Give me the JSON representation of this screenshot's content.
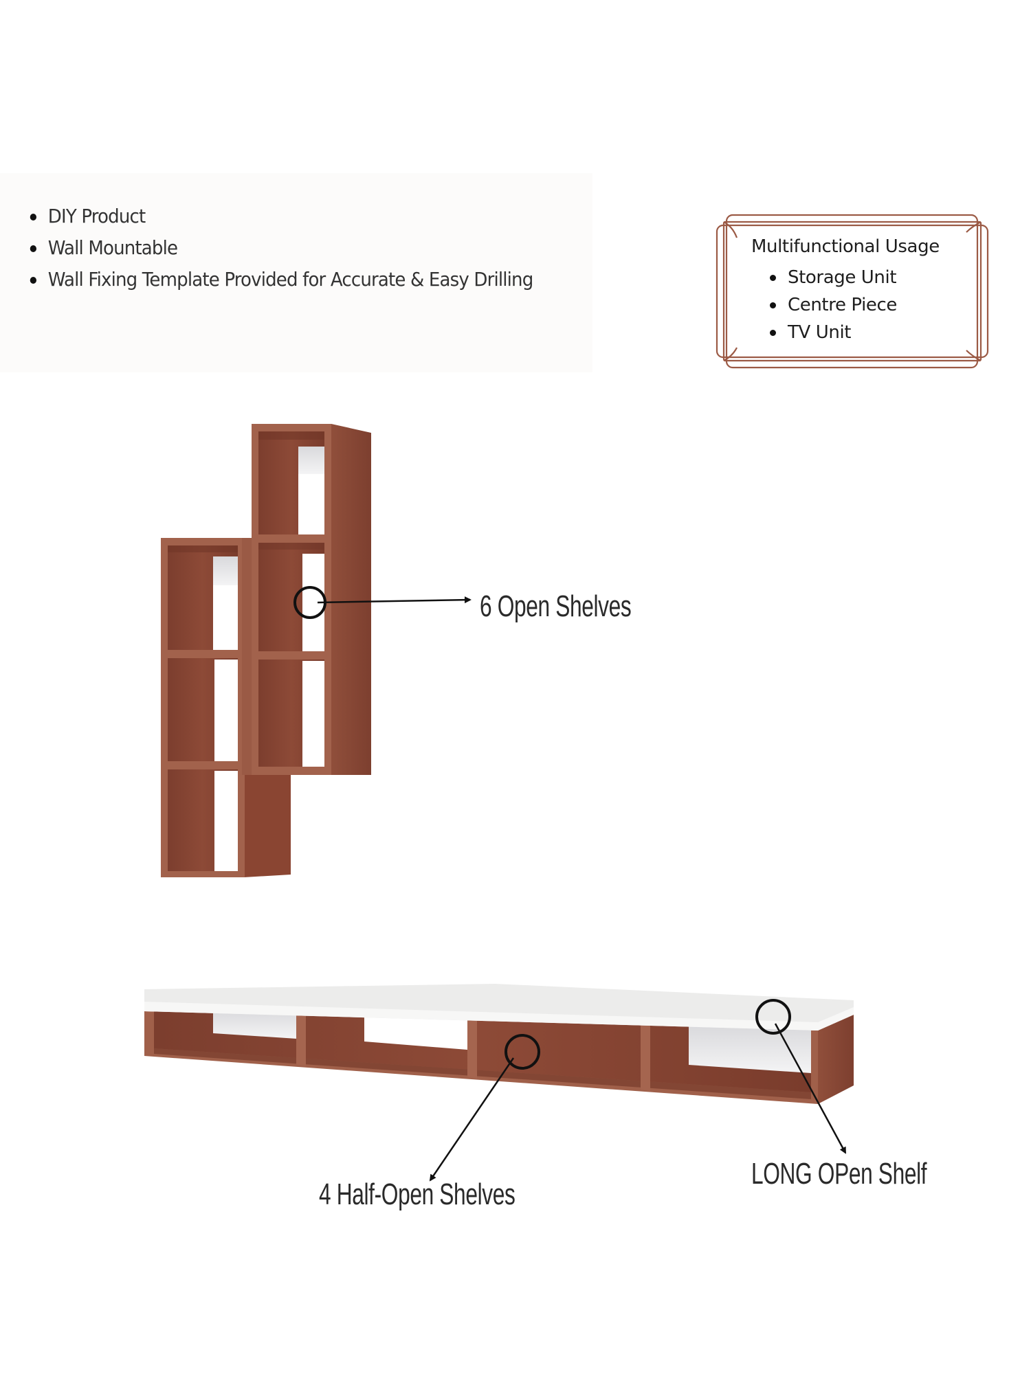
{
  "features": {
    "items": [
      "DIY Product",
      "Wall Mountable",
      "Wall Fixing Template Provided for Accurate & Easy Drilling"
    ]
  },
  "usage": {
    "title": "Multifunctional Usage",
    "items": [
      "Storage Unit",
      "Centre Piece",
      "TV Unit"
    ],
    "frame_color": "#9b5a45"
  },
  "callouts": {
    "open_shelves": "6 Open Shelves",
    "half_open_shelves": "4 Half-Open Shelves",
    "long_open_shelf": "LONG OPen Shelf"
  },
  "colors": {
    "wood": "#8a4735",
    "wood_edge": "#a5654f",
    "wood_dark": "#6f3527",
    "top_white": "#ebebea",
    "panel_bg": "#fcfbfa"
  }
}
